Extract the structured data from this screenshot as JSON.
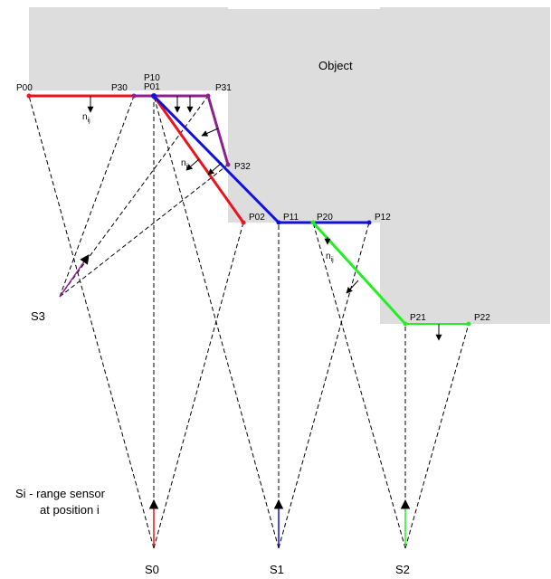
{
  "object_label": "Object",
  "legend": [
    "Si - range sensor",
    "at position i"
  ],
  "normal_label": {
    "base": "n",
    "sub": "ij"
  },
  "sensors": [
    {
      "id": "S0",
      "label": "S0",
      "color": "#e8141e"
    },
    {
      "id": "S1",
      "label": "S1",
      "color": "#1010e0"
    },
    {
      "id": "S2",
      "label": "S2",
      "color": "#22ee22"
    },
    {
      "id": "S3",
      "label": "S3",
      "color": "#8e1f8e"
    }
  ],
  "points": [
    {
      "id": "P00",
      "label": "P00"
    },
    {
      "id": "P01",
      "label": "P01"
    },
    {
      "id": "P02",
      "label": "P02"
    },
    {
      "id": "P10",
      "label": "P10"
    },
    {
      "id": "P11",
      "label": "P11"
    },
    {
      "id": "P12",
      "label": "P12"
    },
    {
      "id": "P20",
      "label": "P20"
    },
    {
      "id": "P21",
      "label": "P21"
    },
    {
      "id": "P22",
      "label": "P22"
    },
    {
      "id": "P30",
      "label": "P30"
    },
    {
      "id": "P31",
      "label": "P31"
    },
    {
      "id": "P32",
      "label": "P32"
    }
  ],
  "colors": {
    "object_fill": "#dddddd",
    "red": "#e8141e",
    "blue": "#1010e0",
    "green": "#22ee22",
    "purple": "#8e1f8e"
  }
}
